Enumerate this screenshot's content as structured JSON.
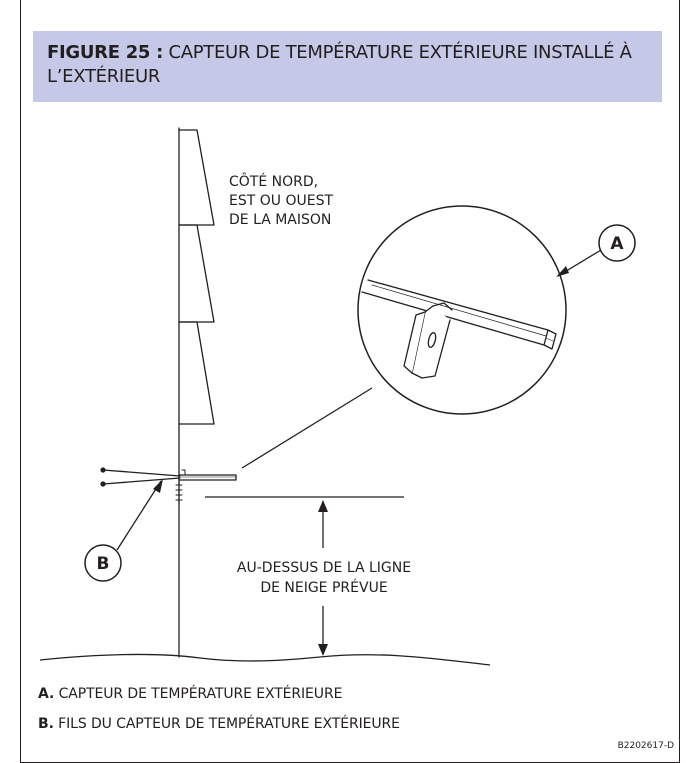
{
  "figure": {
    "number": "FIGURE 25 :",
    "title": "CAPTEUR DE TEMPÉRATURE EXTÉRIEURE INSTALLÉ À L’EXTÉRIEUR"
  },
  "labels": {
    "north_line1": "CÔTÉ NORD,",
    "north_line2": "EST OU OUEST",
    "north_line3": "DE LA MAISON",
    "snow_line1": "AU-DESSUS DE LA LIGNE",
    "snow_line2": "DE NEIGE PRÉVUE",
    "callout_a": "A",
    "callout_b": "B"
  },
  "legend": {
    "a_key": "A.",
    "a_text": "CAPTEUR DE TEMPÉRATURE EXTÉRIEURE",
    "b_key": "B.",
    "b_text": "FILS DU CAPTEUR DE TEMPÉRATURE EXTÉRIEURE"
  },
  "code": "B2202617-D",
  "colors": {
    "header_bg": "#c5c8e6",
    "ink": "#231f20"
  }
}
